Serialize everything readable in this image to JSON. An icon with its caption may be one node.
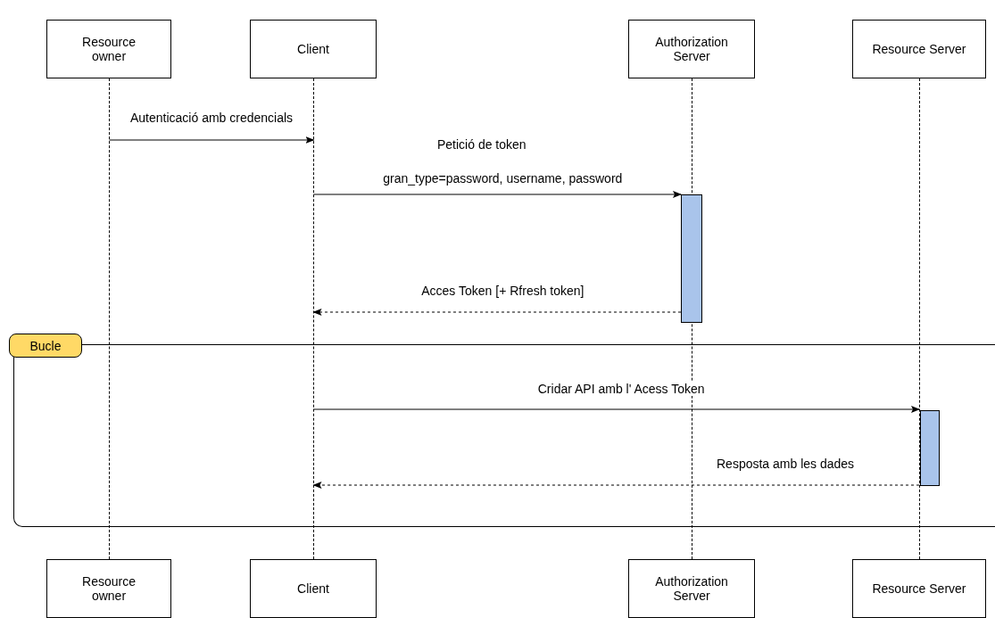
{
  "diagram": {
    "nodes": [
      {
        "text": [
          "Resource owner"
        ]
      },
      {
        "text": [
          "Client"
        ]
      },
      {
        "text": [
          "Authorization Server"
        ]
      },
      {
        "text": [
          "Resource Server"
        ]
      },
      {
        "text": [],
        "shape": "line"
      },
      {
        "text": [],
        "shape": "line"
      },
      {
        "text": [],
        "shape": "line"
      },
      {
        "text": [],
        "shape": "line"
      },
      {
        "text": [],
        "shape": "bar"
      },
      {
        "text": [
          "Bucle"
        ]
      },
      {
        "text": [],
        "shape": "bar",
        "in": 9
      },
      {
        "text": [
          "Resource owner"
        ]
      },
      {
        "text": [
          "Client"
        ]
      },
      {
        "text": [
          "Authorization Server"
        ]
      },
      {
        "text": [
          "Resource Server"
        ]
      }
    ],
    "edges": [
      {
        "from": 4,
        "to": 5,
        "arrow": "to",
        "label": "Autenticació amb credencials"
      },
      {
        "from": 5,
        "to": 8,
        "arrow": "to",
        "label": "gran_type=password, username, password"
      },
      {
        "from": 8,
        "to": 5,
        "arrow": "to",
        "style": "dashed",
        "label": "Acces Token [+ Rfresh token]"
      },
      {
        "from": 5,
        "to": 10,
        "arrow": "to",
        "label": "Cridar API amb l' Acess Token"
      },
      {
        "from": 10,
        "to": 5,
        "arrow": "to",
        "style": "dashed",
        "label": "Resposta amb les dades"
      }
    ],
    "labels": [
      "Petició de token"
    ]
  }
}
